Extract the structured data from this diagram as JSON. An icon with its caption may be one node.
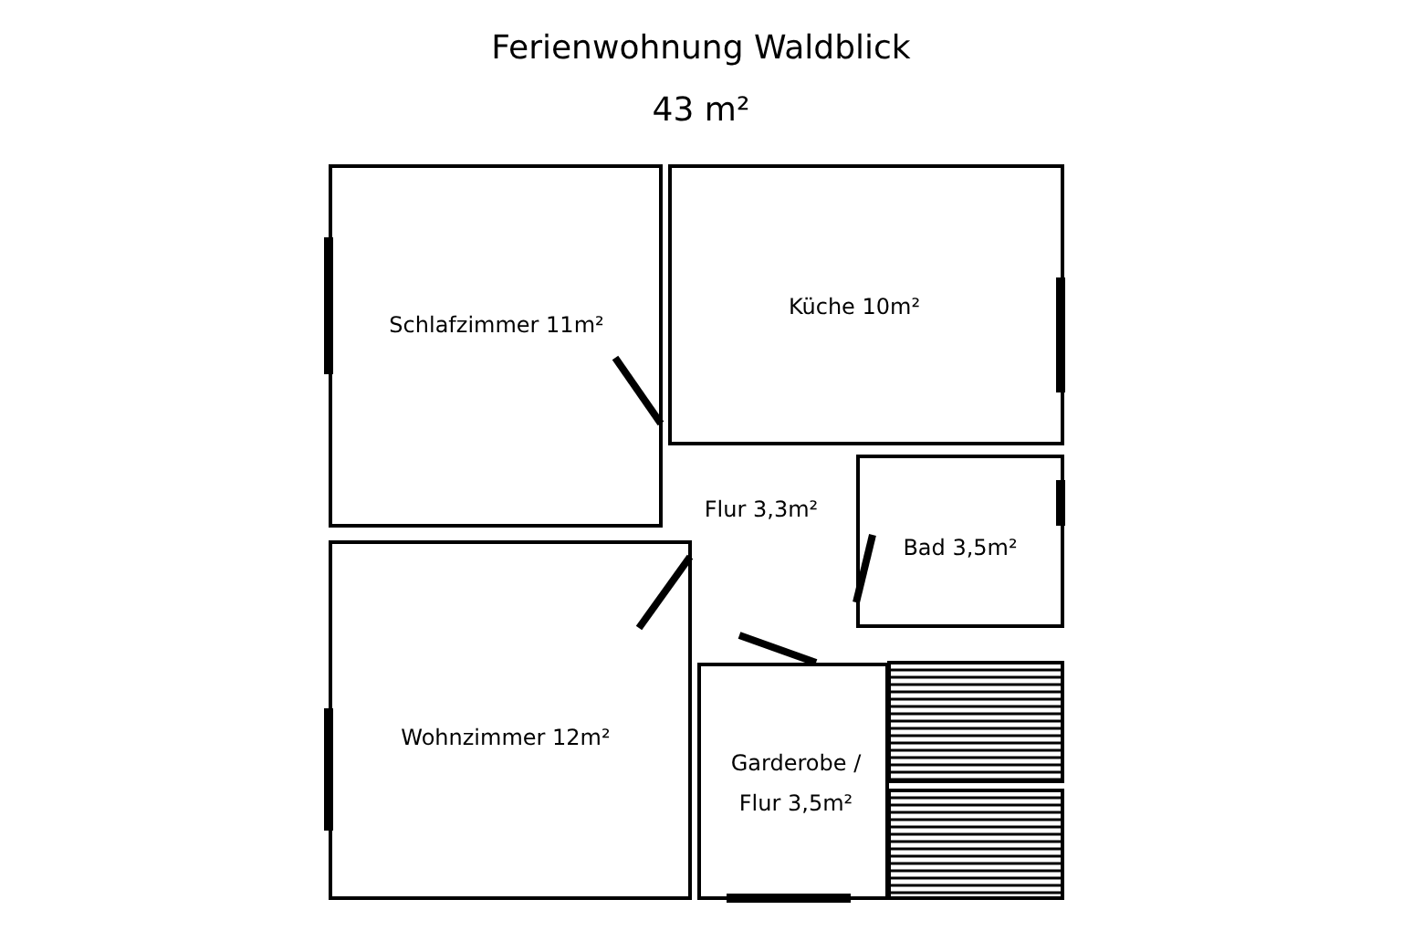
{
  "diagram": {
    "title": "Ferienwohnung Waldblick",
    "nodes": [
      {
        "text": [
          "Schlafzimmer 11m²"
        ]
      },
      {
        "text": [
          "Küche 10m²"
        ]
      },
      {
        "text": [
          "Flur 3,3m²"
        ]
      },
      {
        "text": [
          "Bad 3,5m²"
        ]
      },
      {
        "text": [
          "Wohnzimmer 12m²"
        ]
      },
      {
        "text": [
          "Garderobe / Flur 3,5m²"
        ]
      }
    ],
    "labels": [
      "43 m²"
    ]
  }
}
